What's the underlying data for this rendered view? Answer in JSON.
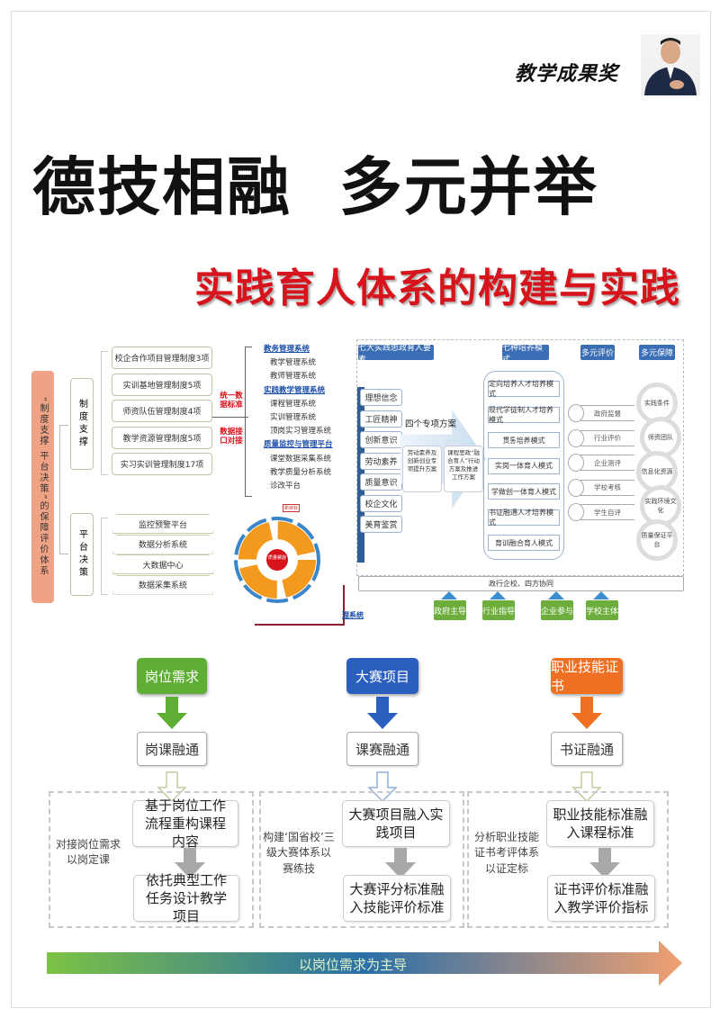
{
  "header": {
    "award_label": "教学成果奖",
    "title": "德技相融  多元并举",
    "subtitle": "实践育人体系的构建与实践"
  },
  "left_diagram": {
    "main_label": "“制度支撑 平台决策”的保障评价体系",
    "branch_system": "制度支撑",
    "branch_platform": "平台决策",
    "system_items": [
      "校企合作项目管理制度3项",
      "实训基地管理制度5项",
      "师资队伍管理制度4项",
      "教学资源管理制度5项",
      "实习实训管理制度17项"
    ],
    "platform_items": [
      "监控预警平台",
      "数据分析系统",
      "大数据中心",
      "数据采集系统"
    ],
    "red_labels": [
      "统一数据标准",
      "数据接口对接"
    ],
    "systems": [
      {
        "label": "教务管理系统",
        "highlight": true
      },
      {
        "label": "教学管理系统",
        "highlight": false
      },
      {
        "label": "教师管理系统",
        "highlight": false
      },
      {
        "label": "实践教学管理系统",
        "highlight": true
      },
      {
        "label": "课程管理系统",
        "highlight": false
      },
      {
        "label": "实训管理系统",
        "highlight": false
      },
      {
        "label": "顶岗实习管理系统",
        "highlight": false
      },
      {
        "label": "质量监控与管理平台",
        "highlight": true
      },
      {
        "label": "课堂数据采集系统",
        "highlight": false
      },
      {
        "label": "教学质量分析系统",
        "highlight": false
      },
      {
        "label": "诊改平台",
        "highlight": false
      }
    ],
    "cycle_center": "质量螺旋",
    "cycle_tag": "新目标",
    "cycle_footer": "理系统"
  },
  "right_diagram": {
    "headers": [
      "七大实践思政育人要素",
      "七种培养模式",
      "多元评价",
      "多元保障"
    ],
    "elements": [
      "理想信念",
      "工匠精神",
      "创新意识",
      "劳动素养",
      "质量意识",
      "校企文化",
      "美育鉴赏"
    ],
    "plans_title": "四个专项方案",
    "plans": [
      "劳动素养及创新创业专项提升方案",
      "课程思政“融合育人”行动方案及推进工作方案"
    ],
    "modes": [
      "定向培养人才培养模式",
      "现代学徒制人才培养模式",
      "贯통培养模式",
      "实岗一体育人模式",
      "学做创一体育人模式",
      "书证融通人才培养模式",
      "育训融合育人模式"
    ],
    "evaluations": [
      "政府监督",
      "行业评价",
      "企业测评",
      "学校考核",
      "学生自评"
    ],
    "guarantees": [
      "实践条件",
      "师资团队",
      "信息化资源",
      "实践环境文化",
      "质量保证平台"
    ],
    "collab": "政行企校、四方协同",
    "actors": [
      "政府主导",
      "行业指导",
      "企业参与",
      "学校主体"
    ]
  },
  "bottom": {
    "columns": [
      {
        "head": "岗位需求",
        "color": "#5fae34",
        "arrow": "#5fae34",
        "middle": "岗课融通",
        "side": "对接岗位需求以岗定课",
        "steps": [
          "基于岗位工作流程重构课程内容",
          "依托典型工作任务设计教学项目"
        ]
      },
      {
        "head": "大赛项目",
        "color": "#2a5fbf",
        "arrow": "#2a5fbf",
        "middle": "课赛融通",
        "side": "构建‘国省校’三级大赛体系以赛练技",
        "steps": [
          "大赛项目融入实践项目",
          "大赛评分标准融入技能评价标准"
        ]
      },
      {
        "head": "职业技能证书",
        "color": "#ef7022",
        "arrow": "#ef7022",
        "middle": "书证融通",
        "side": "分析职业技能证书考评体系以证定标",
        "steps": [
          "职业技能标准融入课程标准",
          "证书评价标准融入教学评价指标"
        ]
      }
    ],
    "banner": "以岗位需求为主导"
  }
}
